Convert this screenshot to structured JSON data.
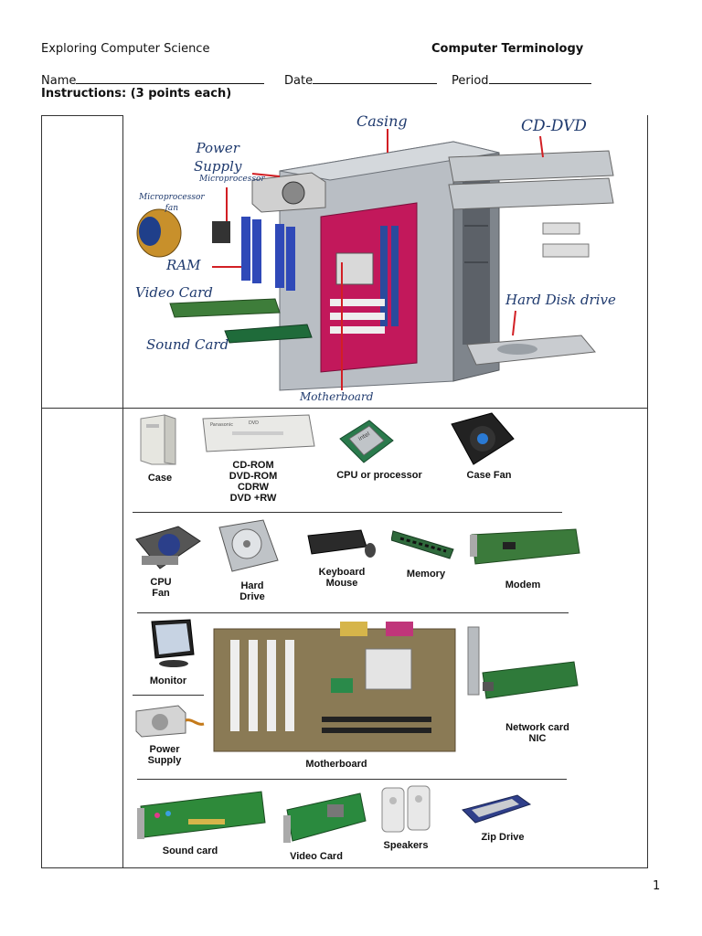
{
  "header": {
    "course": "Exploring Computer Science",
    "title": "Computer Terminology",
    "name_label": "Name",
    "date_label": "Date",
    "period_label": "Period",
    "instructions": "Instructions: (3 points each)"
  },
  "diagram": {
    "labels": {
      "casing": "Casing",
      "cd_dvd": "CD-DVD",
      "power_supply": "Power\nSupply",
      "microprocessor": "Microprocessor",
      "microprocessor_fan": "Microprocessor\nfan",
      "ram": "RAM",
      "video_card": "Video Card",
      "sound_card": "Sound Card",
      "hard_disk_drive": "Hard Disk drive",
      "motherboard": "Motherboard"
    },
    "colors": {
      "label_ink": "#1f3a6e",
      "pointer": "#d21f24",
      "board": "#c2185b",
      "case_gray": "#9ea4ab"
    }
  },
  "components": {
    "row1": [
      "Case",
      "CD-ROM\nDVD-ROM\nCDRW\nDVD +RW",
      "CPU or processor",
      "Case Fan"
    ],
    "row2": [
      "CPU\nFan",
      "Hard\nDrive",
      "Keyboard\nMouse",
      "Memory",
      "Modem"
    ],
    "row3": [
      "Monitor",
      "Power\nSupply",
      "Motherboard",
      "Network card\nNIC"
    ],
    "row4": [
      "Sound card",
      "Video Card",
      "Speakers",
      "Zip Drive"
    ],
    "icons": {
      "cpu_chip_text": "intel\npentium 4",
      "cdrom_brand": "Panasonic",
      "cdrom_logo": "DVD"
    }
  },
  "footer": {
    "page_number": "1"
  }
}
